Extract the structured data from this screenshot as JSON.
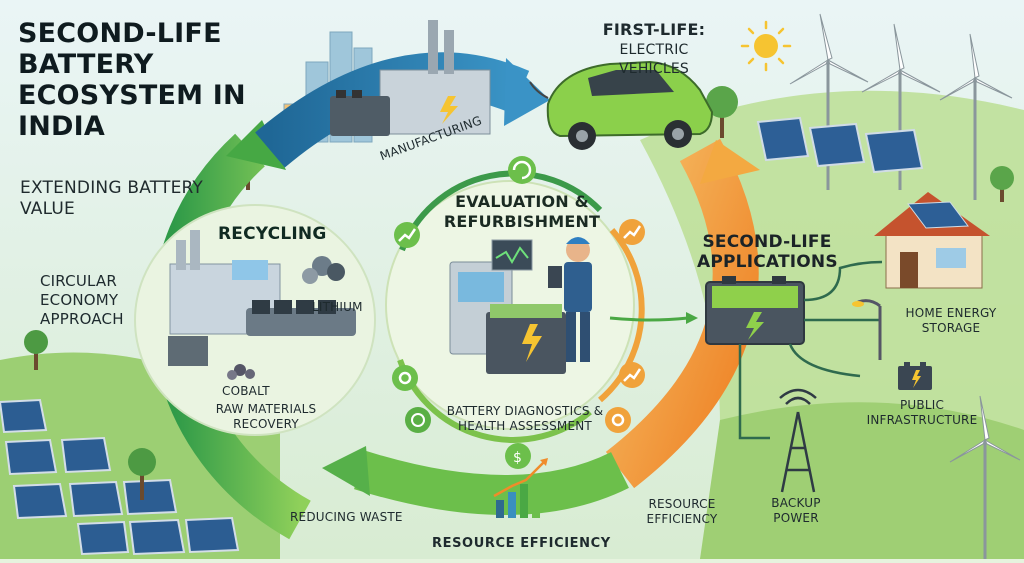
{
  "title": "SECOND-LIFE BATTERY ECOSYSTEM IN INDIA",
  "subtitle": "EXTENDING BATTERY VALUE",
  "side_label": "CIRCULAR ECONOMY APPROACH",
  "stages": {
    "manufacturing": "MANUFACTURING",
    "first_life_title": "FIRST-LIFE:",
    "first_life_sub": "ELECTRIC VEHICLES",
    "evaluation": "EVALUATION & REFURBISHMENT",
    "second_life": "SECOND-LIFE APPLICATIONS",
    "recycling": "RECYCLING"
  },
  "recycling_items": {
    "lithium": "LITHIUM",
    "cobalt": "COBALT",
    "raw_materials": "RAW MATERIALS RECOVERY"
  },
  "applications": {
    "home": "HOME ENERGY STORAGE",
    "public": "PUBLIC INFRASTRUCTURE",
    "backup": "BACKUP POWER"
  },
  "center_caption": "BATTERY DIAGNOSTICS & HEALTH ASSESSMENT",
  "bottom_labels": {
    "resource_efficiency_right": "RESOURCE EFFICIENCY",
    "reducing_waste": "REDUCING WASTE",
    "resource_efficiency_bottom": "RESOURCE EFFICIENCY"
  },
  "colors": {
    "blue_arrow": "#2d79b0",
    "green_arrow": "#4aa844",
    "orange_arrow": "#f08c2a",
    "sky": "#d9ecf4",
    "grass": "#8cc66a"
  }
}
